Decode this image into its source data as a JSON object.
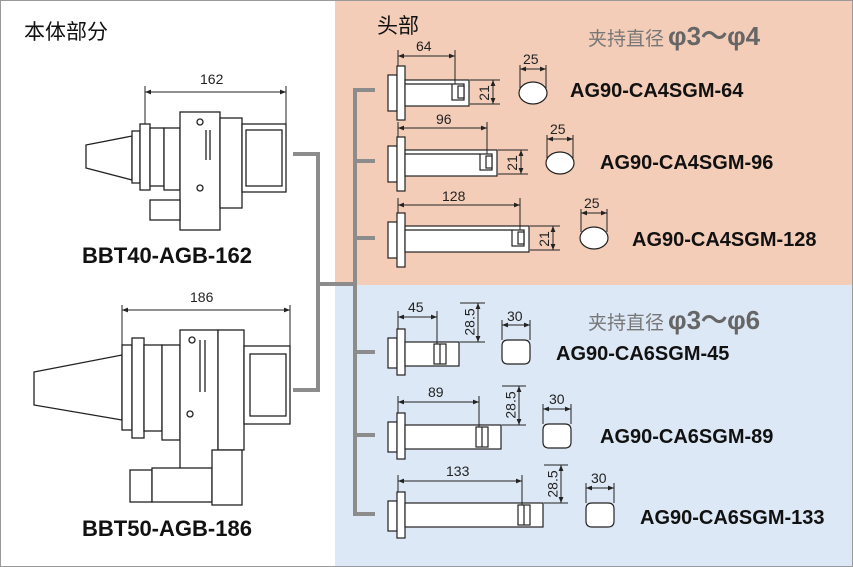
{
  "body_section": {
    "title": "本体部分"
  },
  "head_section": {
    "title": "头部"
  },
  "bodies": [
    {
      "model": "BBT40-AGB-162",
      "dimension": "162"
    },
    {
      "model": "BBT50-AGB-186",
      "dimension": "186"
    }
  ],
  "groups": [
    {
      "clamp_label": "夹持直径",
      "clamp_range": "φ3～φ4",
      "heads": [
        {
          "model": "AG90-CA4SGM-64",
          "length": "64",
          "height": "21",
          "width": "25"
        },
        {
          "model": "AG90-CA4SGM-96",
          "length": "96",
          "height": "21",
          "width": "25"
        },
        {
          "model": "AG90-CA4SGM-128",
          "length": "128",
          "height": "21",
          "width": "25"
        }
      ]
    },
    {
      "clamp_label": "夹持直径",
      "clamp_range": "φ3～φ6",
      "heads": [
        {
          "model": "AG90-CA6SGM-45",
          "length": "45",
          "height": "28.5",
          "width": "30"
        },
        {
          "model": "AG90-CA6SGM-89",
          "length": "89",
          "height": "28.5",
          "width": "30"
        },
        {
          "model": "AG90-CA6SGM-133",
          "length": "133",
          "height": "28.5",
          "width": "30"
        }
      ]
    }
  ],
  "colors": {
    "top_panel": "#f4cdb9",
    "bottom_panel": "#dde8f6",
    "connector": "#8c8c8c",
    "drawing_line": "#222222",
    "drawing_fill": "#ffffff"
  }
}
